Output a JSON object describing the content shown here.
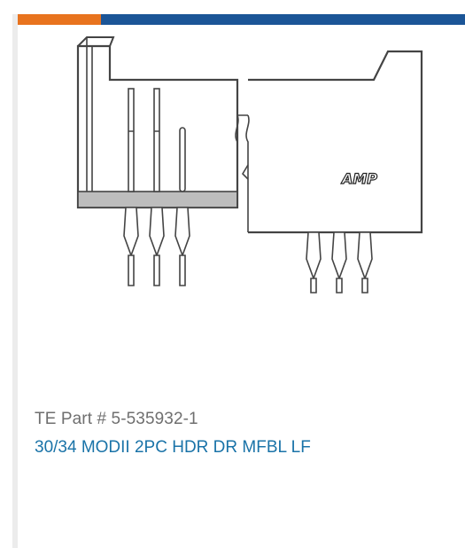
{
  "colors": {
    "accent_orange": "#e8731e",
    "accent_blue": "#1b5597",
    "link": "#1a73a8"
  },
  "product": {
    "image_icon": "connector-drawing-icon",
    "logo_text": "AMP",
    "part_number": "TE Part # 5-535932-1",
    "title": "30/34 MODII 2PC HDR DR MFBL LF"
  }
}
